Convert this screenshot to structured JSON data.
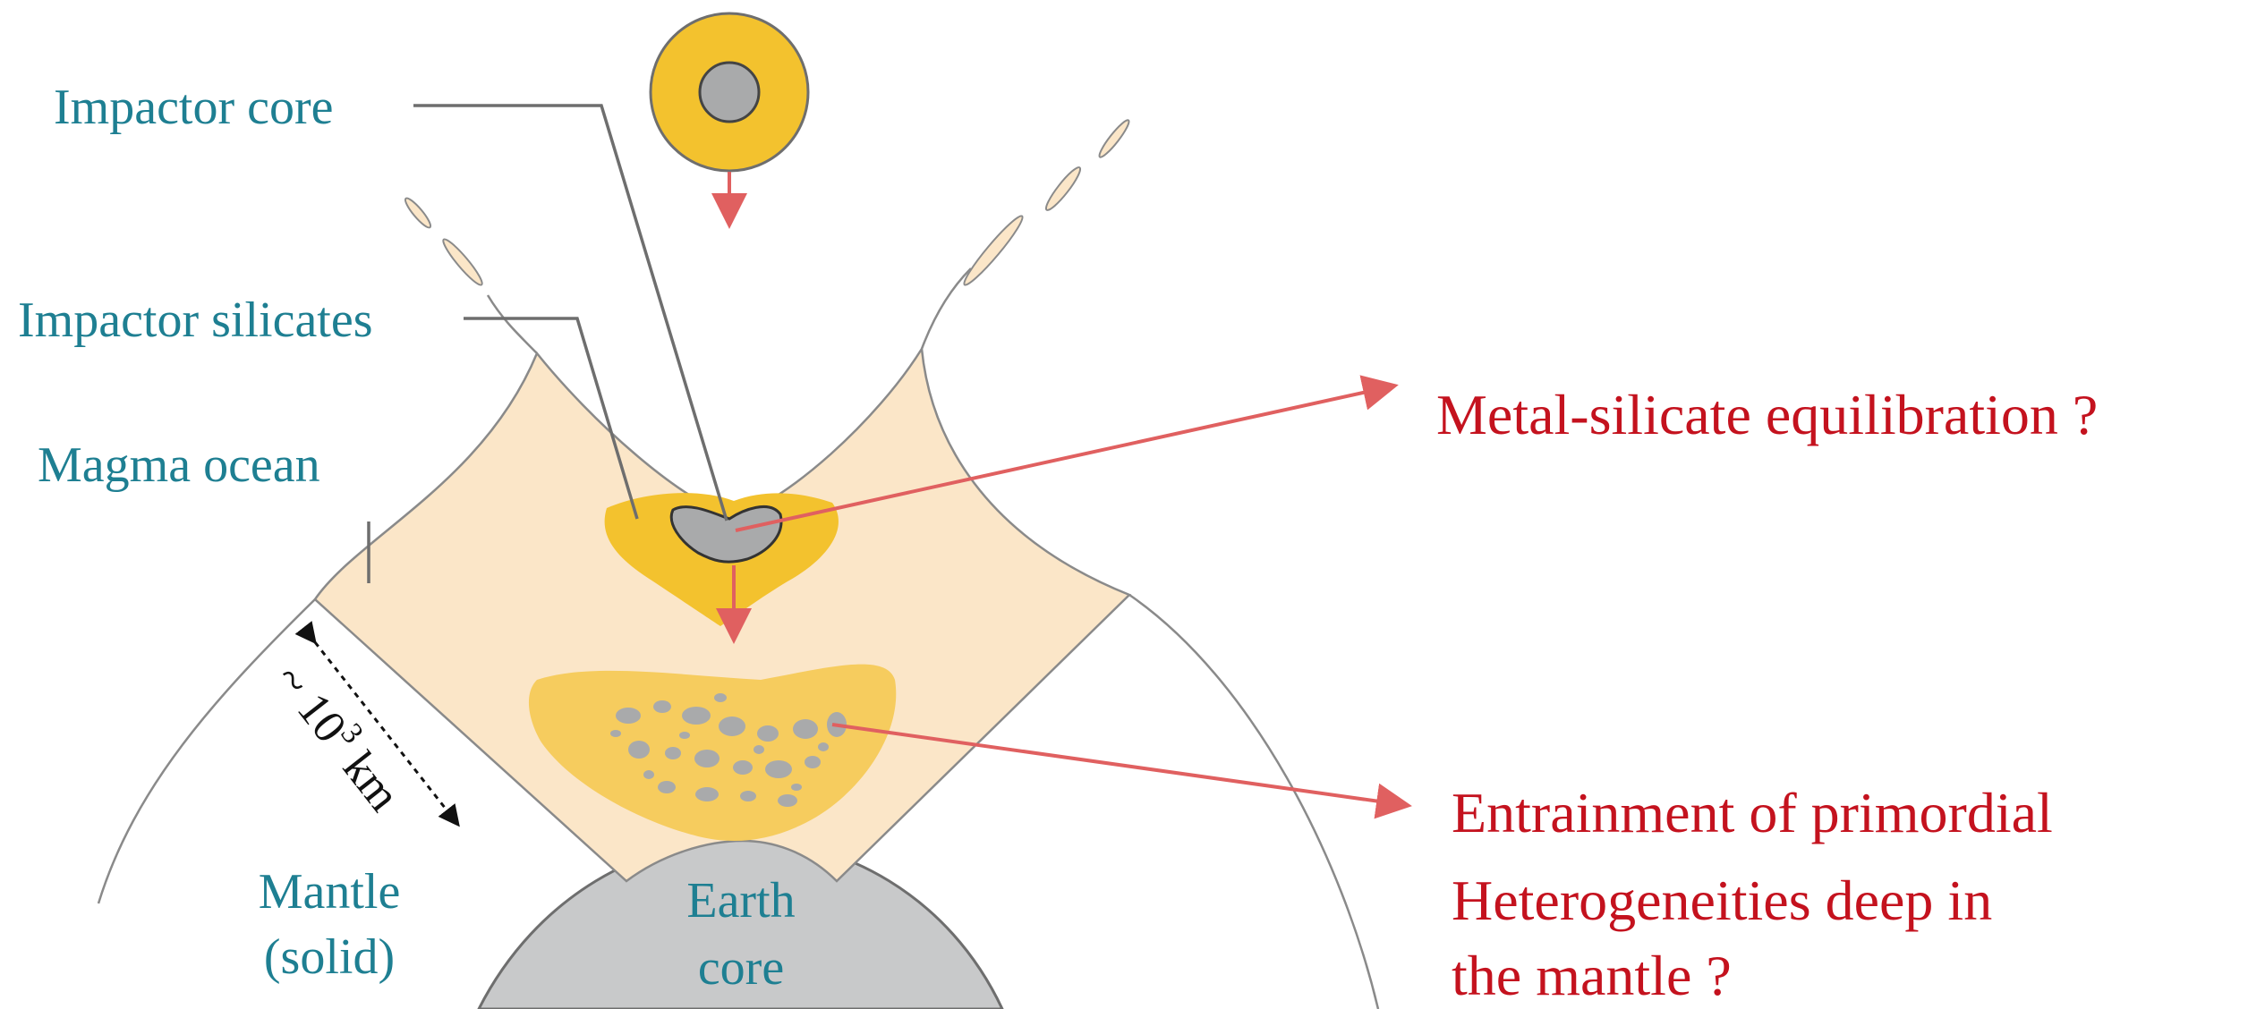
{
  "labels": {
    "impactor_core": "Impactor core",
    "impactor_silicates": "Impactor silicates",
    "magma_ocean": "Magma ocean",
    "mantle_line1": "Mantle",
    "mantle_line2": "(solid)",
    "earth_core_line1": "Earth",
    "earth_core_line2": "core",
    "scale_prefix": "~ 10",
    "scale_exponent": "3",
    "scale_unit": "km"
  },
  "questions": {
    "equilibration": "Metal-silicate equilibration ?",
    "entrainment_line1": "Entrainment of primordial",
    "entrainment_line2": "Heterogeneities deep in",
    "entrainment_line3": "the mantle ?"
  },
  "colors": {
    "teal_text": "#1e7f92",
    "red_text": "#c4121e",
    "arrow_red": "#e06060",
    "magma_peach": "#fbe6c8",
    "impactor_yellow": "#f3c22e",
    "blob_light_yellow": "#f6cc5e",
    "metal_grey": "#a9aaab",
    "earth_core_grey": "#c8c9ca"
  },
  "icons": {
    "impactor": "impactor-circle-icon",
    "ejecta": "ejecta-streak-icon"
  }
}
